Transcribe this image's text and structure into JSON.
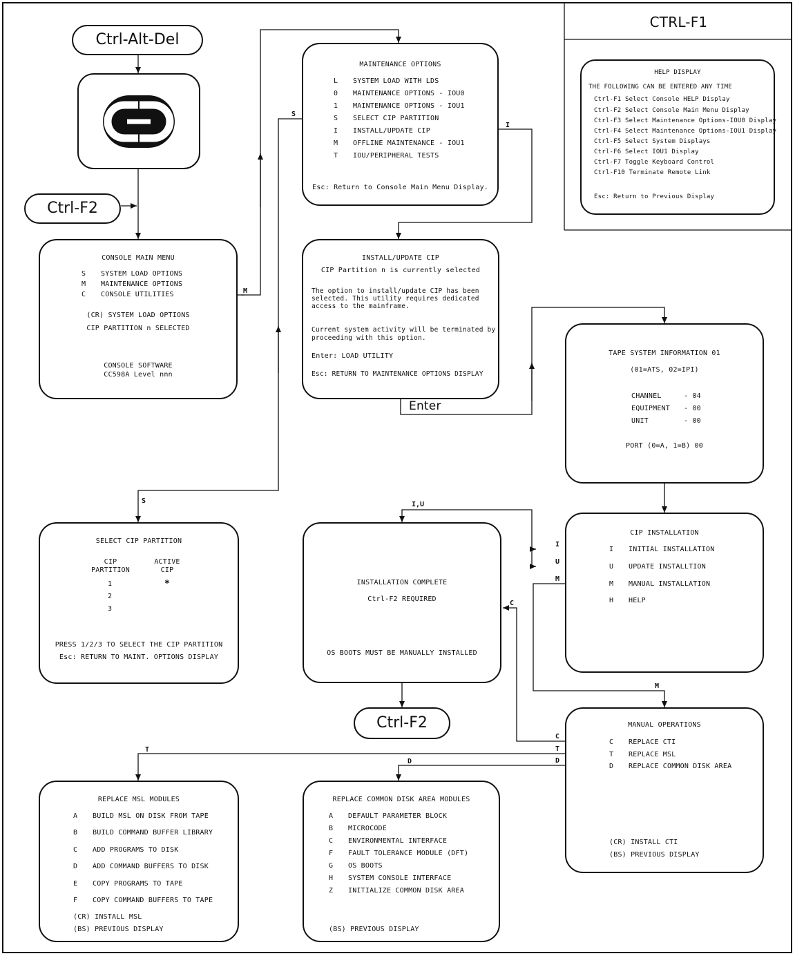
{
  "pills": {
    "ctrl_alt_del": "Ctrl-Alt-Del",
    "ctrl_f2_left": "Ctrl-F2",
    "ctrl_f2_bottom": "Ctrl-F2"
  },
  "logo": {
    "icon": "cdc-logo-icon"
  },
  "ctrl_f1_panel": {
    "title": "CTRL-F1",
    "help": {
      "title": "HELP DISPLAY",
      "intro": "THE FOLLOWING CAN BE ENTERED ANY TIME",
      "items": [
        "Ctrl-F1 Select Console HELP Display",
        "Ctrl-F2 Select Console Main Menu Display",
        "Ctrl-F3 Select Maintenance Options-IOU0 Display",
        "Ctrl-F4 Select Maintenance Options-IOU1 Display",
        "Ctrl-F5 Select System Displays",
        "Ctrl-F6 Select IOU1 Display",
        "Ctrl-F7 Toggle Keyboard Control",
        "Ctrl-F10 Terminate Remote Link"
      ],
      "esc": "Esc: Return to Previous Display"
    }
  },
  "console_main_menu": {
    "title": "CONSOLE MAIN MENU",
    "options": [
      {
        "key": "S",
        "label": "SYSTEM LOAD OPTIONS"
      },
      {
        "key": "M",
        "label": "MAINTENANCE OPTIONS"
      },
      {
        "key": "C",
        "label": "CONSOLE UTILITIES"
      }
    ],
    "cr_line": "(CR)  SYSTEM LOAD OPTIONS",
    "cip_line": "CIP PARTITION n SELECTED",
    "software": "CONSOLE SOFTWARE",
    "level": "CC598A Level nnn"
  },
  "maintenance_options": {
    "title": "MAINTENANCE OPTIONS",
    "options": [
      {
        "key": "L",
        "label": "SYSTEM LOAD WITH LDS"
      },
      {
        "key": "0",
        "label": "MAINTENANCE OPTIONS - IOU0"
      },
      {
        "key": "1",
        "label": "MAINTENANCE OPTIONS - IOU1"
      },
      {
        "key": "S",
        "label": "SELECT CIP PARTITION"
      },
      {
        "key": "I",
        "label": "INSTALL/UPDATE CIP"
      },
      {
        "key": "M",
        "label": "OFFLINE MAINTENANCE - IOU1"
      },
      {
        "key": "T",
        "label": "IOU/PERIPHERAL TESTS"
      }
    ],
    "esc": "Esc: Return to Console Main Menu Display."
  },
  "install_update_cip": {
    "title": "INSTALL/UPDATE CIP",
    "subtitle": "CIP Partition n is currently selected",
    "para1": [
      "The option to install/update CIP has been",
      "selected. This utility requires dedicated",
      "access to the mainframe."
    ],
    "para2": [
      "Current system activity will be terminated by",
      "proceeding with this option."
    ],
    "enter": "Enter: LOAD UTILITY",
    "esc": "Esc: RETURN TO MAINTENANCE OPTIONS DISPLAY"
  },
  "tape_system_info": {
    "title": "TAPE SYSTEM INFORMATION 01",
    "types": "(01=ATS, 02=IPI)",
    "fields": [
      {
        "name": "CHANNEL",
        "value": "- 04"
      },
      {
        "name": "EQUIPMENT",
        "value": "- 00"
      },
      {
        "name": "UNIT",
        "value": "- 00"
      }
    ],
    "port": "PORT (0=A, 1=B) 00"
  },
  "select_cip_partition": {
    "title": "SELECT CIP PARTITION",
    "col1": [
      "CIP",
      "PARTITION"
    ],
    "col2": [
      "ACTIVE",
      "CIP"
    ],
    "rows": [
      "1",
      "2",
      "3"
    ],
    "active_mark": "*",
    "press": "PRESS 1/2/3 TO SELECT THE CIP PARTITION",
    "esc": "Esc: RETURN TO MAINT. OPTIONS DISPLAY"
  },
  "installation_complete": {
    "title": "INSTALLATION COMPLETE",
    "line2": "Ctrl-F2 REQUIRED",
    "line3": "OS BOOTS MUST BE MANUALLY INSTALLED"
  },
  "cip_installation": {
    "title": "CIP INSTALLATION",
    "options": [
      {
        "key": "I",
        "label": "INITIAL INSTALLATION"
      },
      {
        "key": "U",
        "label": "UPDATE INSTALLTION"
      },
      {
        "key": "M",
        "label": "MANUAL INSTALLATION"
      },
      {
        "key": "H",
        "label": "HELP"
      }
    ]
  },
  "manual_operations": {
    "title": "MANUAL OPERATIONS",
    "options": [
      {
        "key": "C",
        "label": "REPLACE CTI"
      },
      {
        "key": "T",
        "label": "REPLACE MSL"
      },
      {
        "key": "D",
        "label": "REPLACE COMMON DISK AREA"
      }
    ],
    "cr": "(CR)  INSTALL CTI",
    "bs": "(BS)  PREVIOUS DISPLAY"
  },
  "replace_msl": {
    "title": "REPLACE MSL MODULES",
    "options": [
      {
        "key": "A",
        "label": "BUILD MSL ON DISK FROM TAPE"
      },
      {
        "key": "B",
        "label": "BUILD COMMAND BUFFER LIBRARY"
      },
      {
        "key": "C",
        "label": "ADD PROGRAMS TO DISK"
      },
      {
        "key": "D",
        "label": "ADD COMMAND BUFFERS TO DISK"
      },
      {
        "key": "E",
        "label": "COPY PROGRAMS TO TAPE"
      },
      {
        "key": "F",
        "label": "COPY COMMAND BUFFERS TO TAPE"
      }
    ],
    "cr": "(CR)  INSTALL MSL",
    "bs": "(BS)  PREVIOUS DISPLAY"
  },
  "replace_cda": {
    "title": "REPLACE COMMON DISK AREA MODULES",
    "options": [
      {
        "key": "A",
        "label": "DEFAULT PARAMETER BLOCK"
      },
      {
        "key": "B",
        "label": "MICROCODE"
      },
      {
        "key": "C",
        "label": "ENVIRONMENTAL INTERFACE"
      },
      {
        "key": "F",
        "label": "FAULT TOLERANCE MODULE (DFT)"
      },
      {
        "key": "G",
        "label": "OS BOOTS"
      },
      {
        "key": "H",
        "label": "SYSTEM CONSOLE INTERFACE"
      },
      {
        "key": "Z",
        "label": "INITIALIZE COMMON DISK AREA"
      }
    ],
    "bs": "(BS)  PREVIOUS DISPLAY"
  },
  "edge_labels": {
    "m_main": "M",
    "s_maint": "S",
    "i_maint": "I",
    "enter": "Enter",
    "s_select": "S",
    "iu": "I,U",
    "i_cip": "I",
    "u_cip": "U",
    "m_cip": "M",
    "c_complete": "C",
    "m_manual": "M",
    "c_manual": "C",
    "t_manual": "T",
    "d_manual": "D",
    "t_msl": "T",
    "d_cda": "D"
  }
}
